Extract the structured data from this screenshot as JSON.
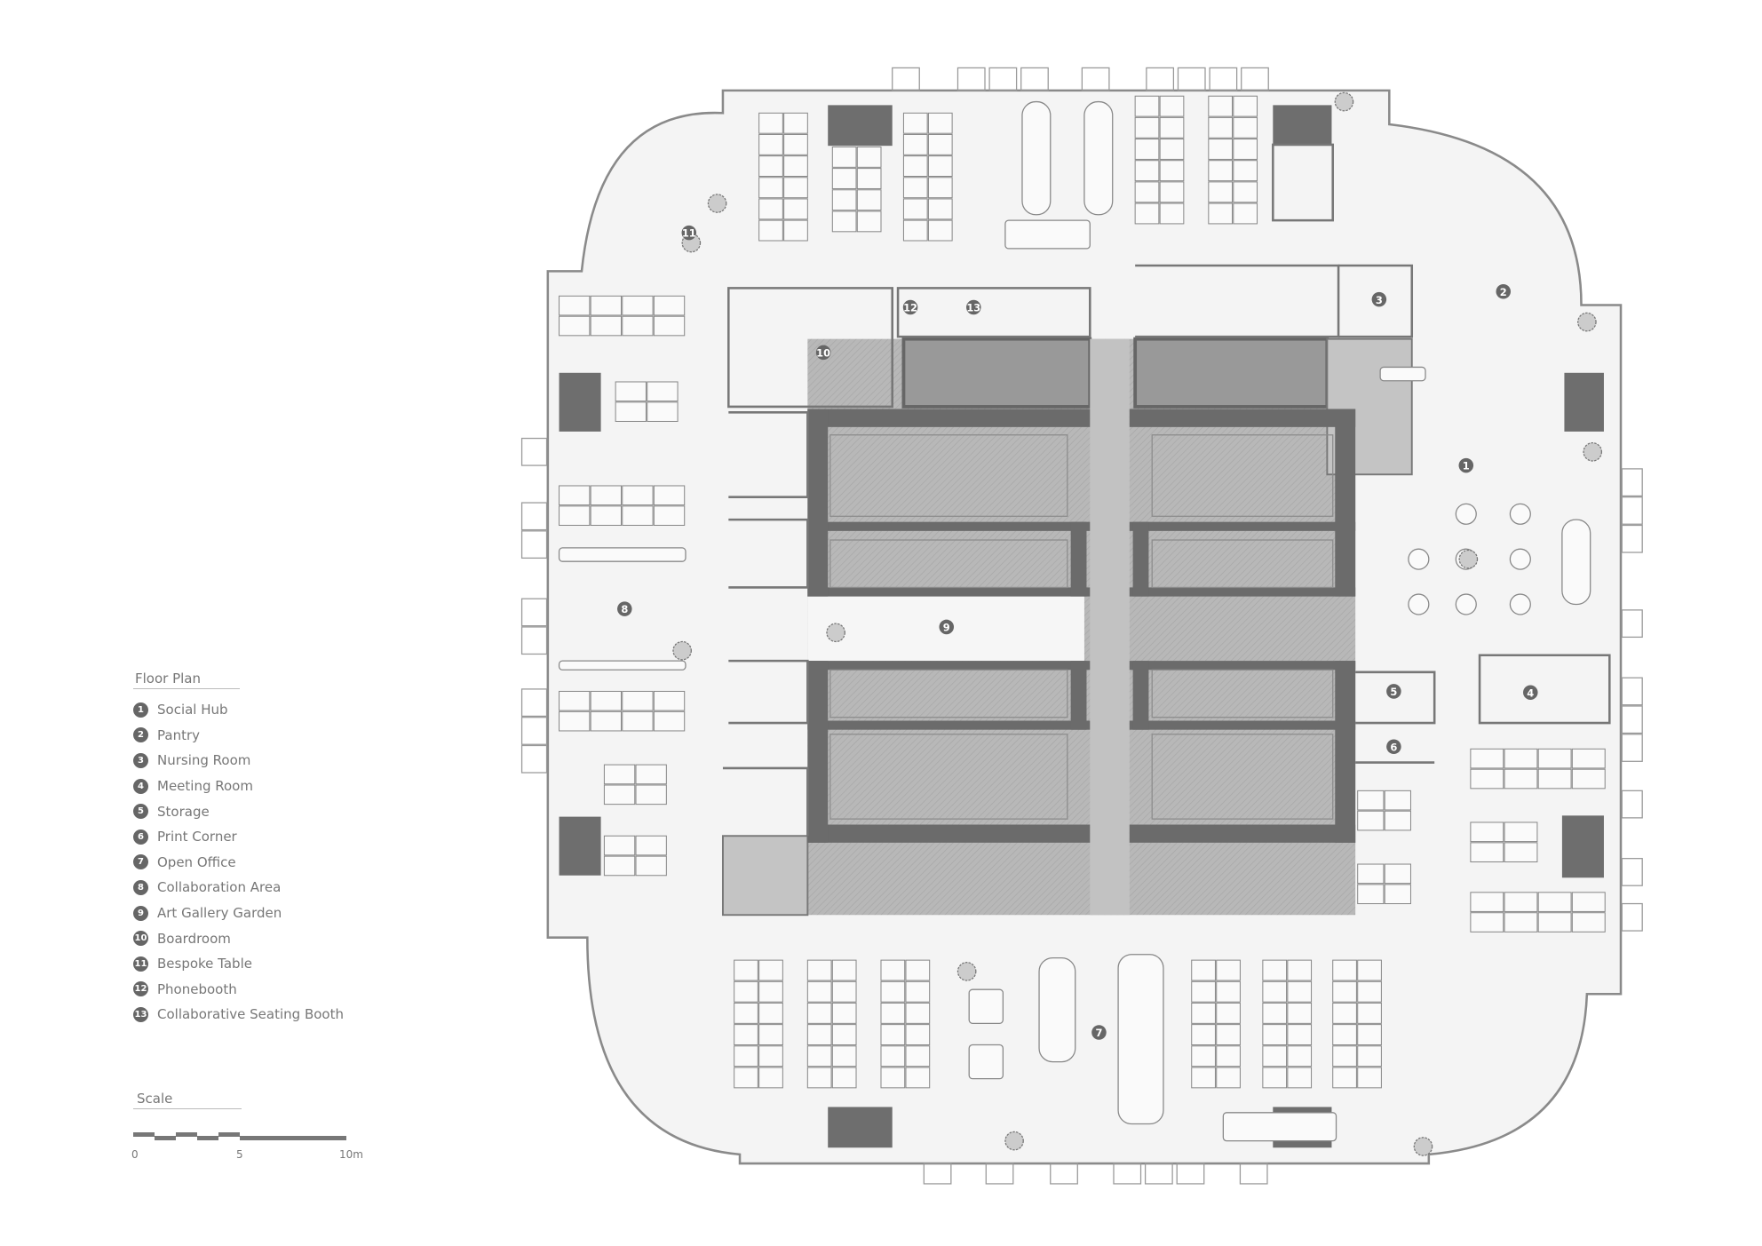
{
  "legend": {
    "title": "Floor Plan",
    "items": [
      {
        "number": "1",
        "label": "Social Hub"
      },
      {
        "number": "2",
        "label": "Pantry"
      },
      {
        "number": "3",
        "label": "Nursing Room"
      },
      {
        "number": "4",
        "label": "Meeting Room"
      },
      {
        "number": "5",
        "label": "Storage"
      },
      {
        "number": "6",
        "label": "Print Corner"
      },
      {
        "number": "7",
        "label": "Open Office"
      },
      {
        "number": "8",
        "label": "Collaboration Area"
      },
      {
        "number": "9",
        "label": "Art Gallery Garden"
      },
      {
        "number": "10",
        "label": "Boardroom"
      },
      {
        "number": "11",
        "label": "Bespoke Table"
      },
      {
        "number": "12",
        "label": "Phonebooth"
      },
      {
        "number": "13",
        "label": "Collaborative Seating Booth"
      }
    ]
  },
  "scale": {
    "title": "Scale",
    "labels": [
      "0",
      "5",
      "10m"
    ]
  },
  "colors": {
    "floor": "#f4f4f4",
    "core": "#b9b9b9",
    "wall": "#666666",
    "marker": "#666666",
    "line": "#8a8a8a"
  }
}
